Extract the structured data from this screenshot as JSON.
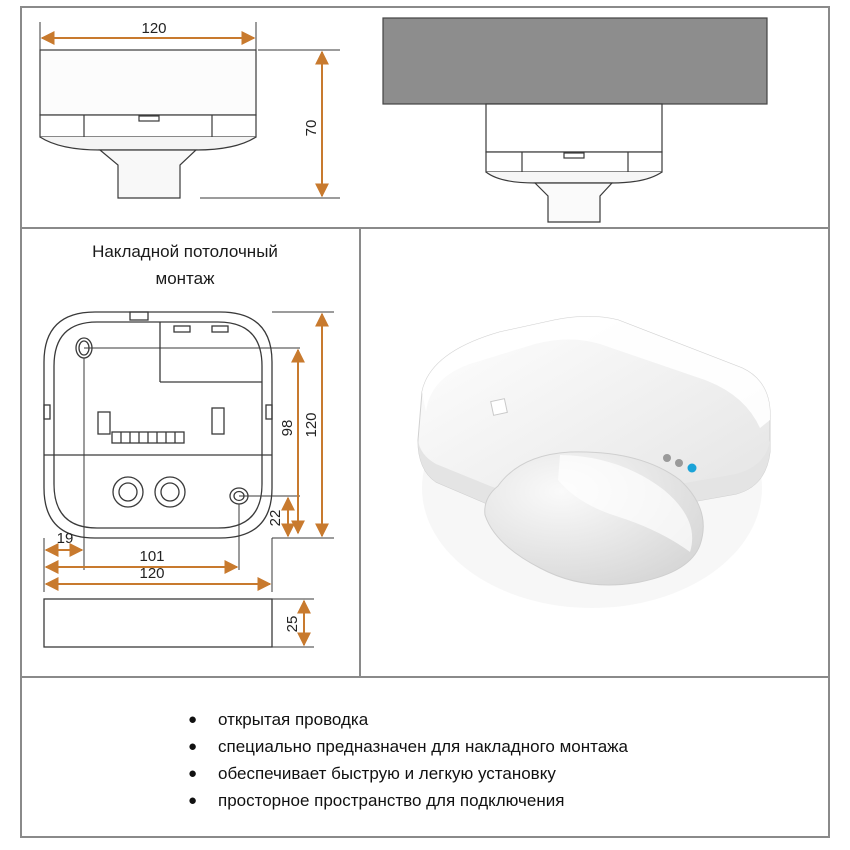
{
  "mount_title": [
    "Накладной потолочный",
    "монтаж"
  ],
  "dimensions": {
    "top_width": "120",
    "top_height": "70",
    "plan_height_outer": "120",
    "plan_height_holes": "98",
    "plan_offset_bottom": "22",
    "plan_offset_left": "19",
    "plan_width_holes": "101",
    "plan_width_outer": "120",
    "box_height": "25"
  },
  "features": [
    "открытая проводка",
    "специально предназначен для  накладного монтажа",
    "обеспечивает быструю и легкую установку",
    "просторное пространство для подключения"
  ],
  "colors": {
    "frame": "#8a8a8a",
    "dimension_arrow": "#c87a2e",
    "ceiling_fill": "#8d8d8d",
    "led_blue": "#1aa3d8"
  }
}
